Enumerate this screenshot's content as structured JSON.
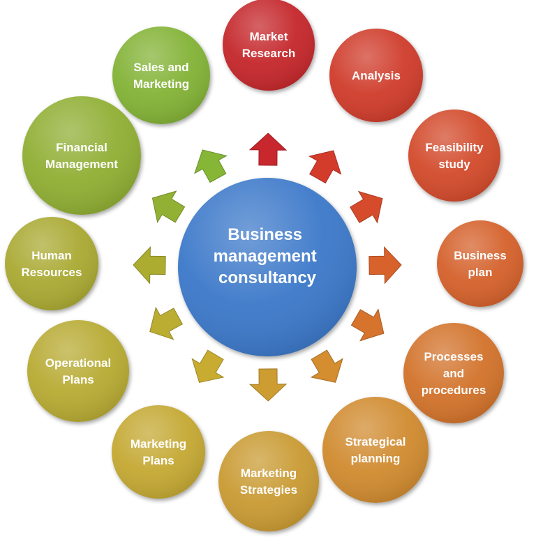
{
  "center": {
    "lines": [
      "Business",
      "management",
      "consultancy"
    ],
    "color": "#3a78c9"
  },
  "nodes": [
    {
      "id": "market-research",
      "lines": [
        "Market",
        "Research"
      ],
      "color": "#c4262c"
    },
    {
      "id": "analysis",
      "lines": [
        "Analysis"
      ],
      "color": "#cf3b2a"
    },
    {
      "id": "feasibility-study",
      "lines": [
        "Feasibility",
        "study"
      ],
      "color": "#d24a2a"
    },
    {
      "id": "business-plan",
      "lines": [
        "Business",
        "plan"
      ],
      "color": "#d4602a"
    },
    {
      "id": "processes-procedures",
      "lines": [
        "Processes",
        "and",
        "procedures"
      ],
      "color": "#d2722c"
    },
    {
      "id": "strategical-planning",
      "lines": [
        "Strategical",
        "planning"
      ],
      "color": "#d08a2e"
    },
    {
      "id": "marketing-strategies",
      "lines": [
        "Marketing",
        "Strategies"
      ],
      "color": "#c99a30"
    },
    {
      "id": "marketing-plans",
      "lines": [
        "Marketing",
        "Plans"
      ],
      "color": "#c4a830"
    },
    {
      "id": "operational-plans",
      "lines": [
        "Operational",
        "Plans"
      ],
      "color": "#b7aa30"
    },
    {
      "id": "human-resources",
      "lines": [
        "Human",
        "Resources"
      ],
      "color": "#a9a930"
    },
    {
      "id": "financial-management",
      "lines": [
        "Financial",
        "Management"
      ],
      "color": "#8fae33"
    },
    {
      "id": "sales-marketing",
      "lines": [
        "Sales and",
        "Marketing"
      ],
      "color": "#82b235"
    }
  ]
}
